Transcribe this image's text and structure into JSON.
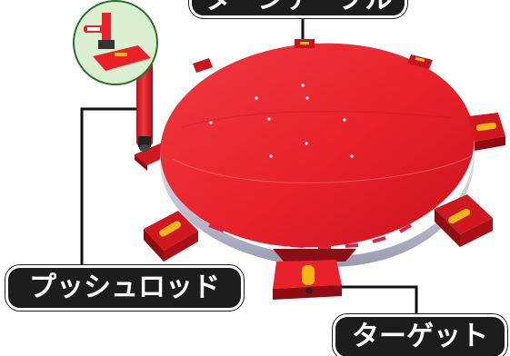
{
  "labels": {
    "turntable": "ターンテーブル",
    "push_rod": "プッシュロッド",
    "target": "ターゲット"
  },
  "inset": {
    "caption": ""
  },
  "colors": {
    "table_red": "#e8212a",
    "table_edge": "#b8121b",
    "accent_yellow": "#f7b515",
    "label_bg": "#1d1d1d",
    "label_text": "#ffffff",
    "leader_line": "#111111",
    "inset_bg": "#d9efcf"
  },
  "icons": [
    "turntable-illustration",
    "push-rod-illustration",
    "target-block-illustration"
  ]
}
